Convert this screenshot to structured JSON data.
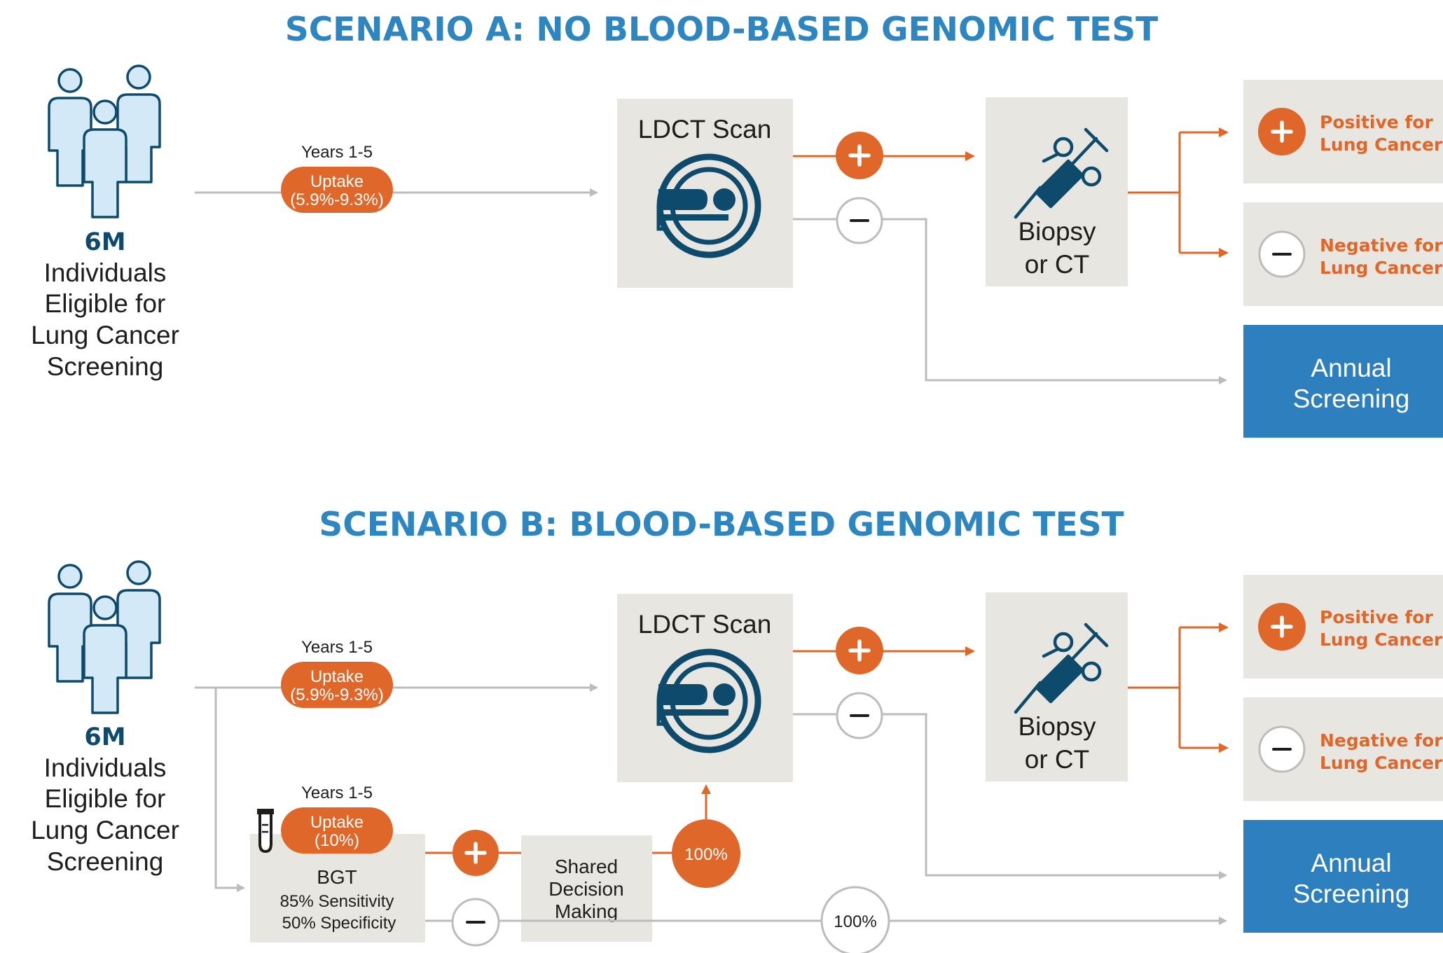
{
  "scenario_a": {
    "title": "SCENARIO A: NO BLOOD-BASED GENOMIC TEST",
    "population": {
      "count": "6M",
      "line1": "Individuals",
      "line2": "Eligible for",
      "line3": "Lung Cancer",
      "line4": "Screening"
    },
    "years_label": "Years 1-5",
    "uptake_line1": "Uptake",
    "uptake_line2": "(5.9%-9.3%)",
    "ldct_label": "LDCT Scan",
    "biopsy_line1": "Biopsy",
    "biopsy_line2": "or CT",
    "positive_line1": "Positive for",
    "positive_line2": "Lung Cancer",
    "negative_line1": "Negative for",
    "negative_line2": "Lung Cancer",
    "annual_line1": "Annual",
    "annual_line2": "Screening"
  },
  "scenario_b": {
    "title": "SCENARIO B: BLOOD-BASED GENOMIC TEST",
    "population": {
      "count": "6M",
      "line1": "Individuals",
      "line2": "Eligible for",
      "line3": "Lung Cancer",
      "line4": "Screening"
    },
    "years_label": "Years 1-5",
    "uptake_line1": "Uptake",
    "uptake_line2": "(5.9%-9.3%)",
    "bgt_years_label": "Years 1-5",
    "bgt_uptake_line1": "Uptake",
    "bgt_uptake_line2": "(10%)",
    "bgt_label": "BGT",
    "bgt_sensitivity": "85% Sensitivity",
    "bgt_specificity": "50% Specificity",
    "sdm_line1": "Shared",
    "sdm_line2": "Decision",
    "sdm_line3": "Making",
    "to_ldct_pct": "100%",
    "to_annual_pct": "100%",
    "ldct_label": "LDCT Scan",
    "biopsy_line1": "Biopsy",
    "biopsy_line2": "or CT",
    "positive_line1": "Positive for",
    "positive_line2": "Lung Cancer",
    "negative_line1": "Negative for",
    "negative_line2": "Lung Cancer",
    "annual_line1": "Annual",
    "annual_line2": "Screening"
  },
  "colors": {
    "title_blue": "#2e86c1",
    "navy": "#0d4a6c",
    "orange": "#e0672a",
    "box_gray": "#e8e6e1",
    "line_gray": "#bcbcbc",
    "person_fill": "#d3e9f8",
    "annual_blue": "#2e7fbd"
  },
  "icons": [
    "people-icon",
    "ct-scanner-icon",
    "syringe-icon",
    "plus-icon",
    "minus-icon",
    "test-tube-icon"
  ]
}
